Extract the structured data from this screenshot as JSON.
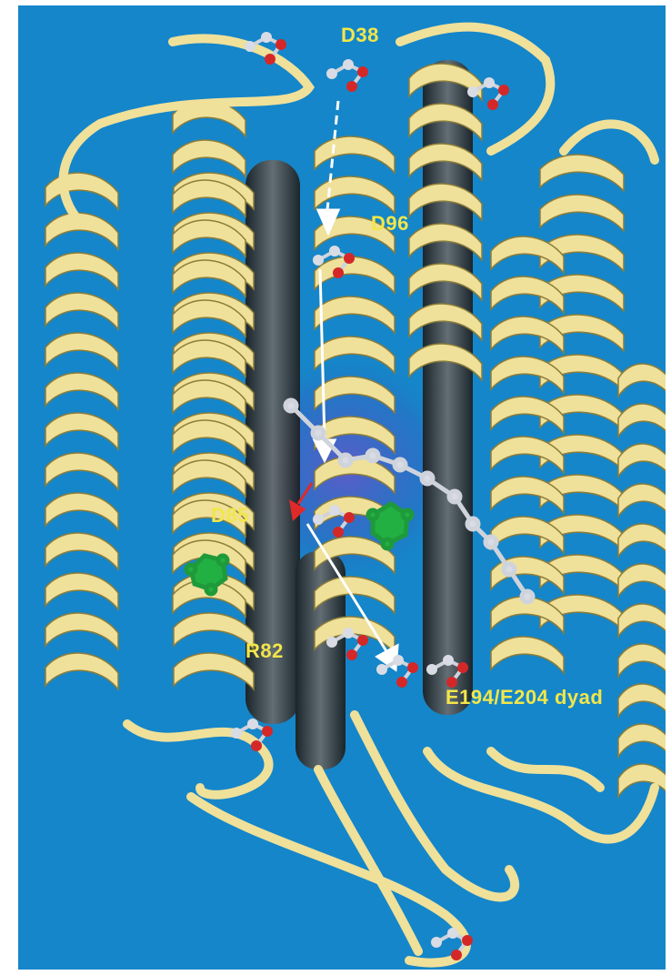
{
  "figure": {
    "background_color": "#1586c9",
    "helix_color": "#efe09a",
    "residue_label_color": "#f2e64a",
    "labels": {
      "d38": "D38",
      "d96": "D96",
      "d85": "D85",
      "r82": "R82",
      "dyad": "E194/E204 dyad"
    }
  }
}
